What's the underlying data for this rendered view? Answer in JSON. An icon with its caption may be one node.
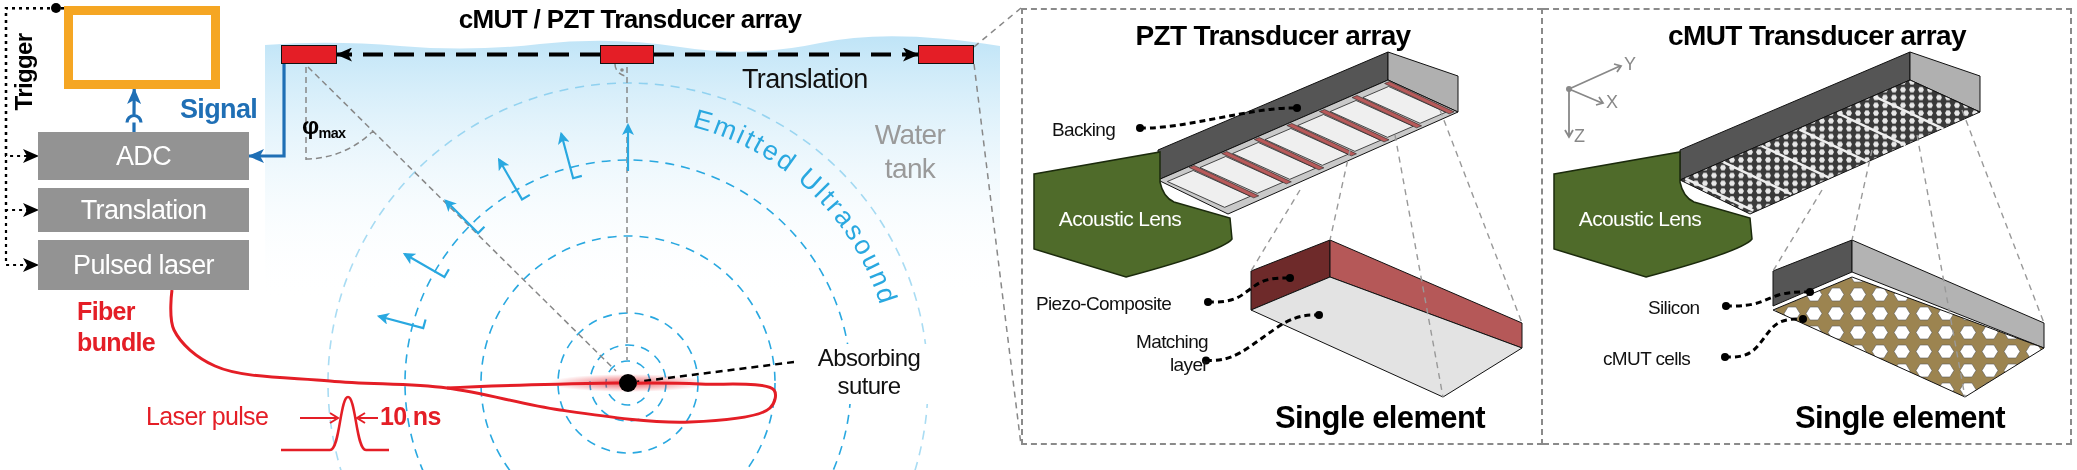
{
  "diagram": {
    "nodes": [
      {
        "text": [],
        "shape": "box"
      },
      {
        "text": [
          "ADC"
        ]
      },
      {
        "text": [
          "Translation"
        ]
      },
      {
        "text": [
          "Pulsed laser"
        ]
      },
      {
        "text": [],
        "shape": "bar"
      },
      {
        "text": [],
        "shape": "bar"
      },
      {
        "text": [],
        "shape": "bar"
      },
      {
        "text": [],
        "shape": "circle"
      },
      {
        "text": [
          "Absorbing suture"
        ]
      },
      {
        "text": [
          "PZT Transducer array",
          "Single element"
        ]
      },
      {
        "text": [
          "Backing"
        ],
        "in": 9
      },
      {
        "text": [
          "Acoustic Lens"
        ],
        "in": 9
      },
      {
        "text": [
          "Piezo-Composite"
        ],
        "in": 9
      },
      {
        "text": [
          "Matching layer"
        ],
        "in": 9
      },
      {
        "text": [
          "cMUT Transducer array",
          "Single element"
        ]
      },
      {
        "text": [
          "Acoustic Lens"
        ],
        "in": 14
      },
      {
        "text": [
          "Silicon"
        ],
        "in": 14
      },
      {
        "text": [
          "cMUT cells"
        ],
        "in": 14
      }
    ],
    "edges": [
      {
        "from": 0,
        "to": 1,
        "arrow": "to",
        "style": "dashed"
      },
      {
        "from": 0,
        "to": 2,
        "arrow": "to",
        "style": "dashed"
      },
      {
        "from": 0,
        "to": 3,
        "arrow": "to",
        "style": "dashed"
      },
      {
        "from": 1,
        "to": 0,
        "arrow": "to",
        "label": "Signal",
        "color": "#1f6fb5"
      },
      {
        "from": 4,
        "to": 1,
        "arrow": "to",
        "color": "#1f6fb5"
      },
      {
        "from": 5,
        "to": 4,
        "arrow": "to",
        "style": "dashed"
      },
      {
        "from": 5,
        "to": 6,
        "arrow": "to",
        "style": "dashed",
        "label": "Translation"
      },
      {
        "from": 8,
        "to": 7,
        "arrow": "none",
        "style": "dashed"
      },
      {
        "from": 3,
        "to": 7,
        "arrow": "none",
        "color": "#e41e26"
      },
      {
        "from": 10,
        "to": null,
        "arrow": "other",
        "style": "dashed"
      },
      {
        "from": 12,
        "to": null,
        "arrow": "other",
        "style": "dashed"
      },
      {
        "from": 13,
        "to": null,
        "arrow": "other",
        "style": "dashed"
      },
      {
        "from": 16,
        "to": null,
        "arrow": "other",
        "style": "dashed"
      },
      {
        "from": 17,
        "to": null,
        "arrow": "other",
        "style": "dashed"
      },
      {
        "from": 6,
        "to": 9,
        "arrow": "none",
        "style": "dashed",
        "color": "#888888"
      },
      {
        "from": 6,
        "to": 9,
        "arrow": "none",
        "style": "dashed",
        "color": "#888888"
      }
    ],
    "labels": [
      "Trigger",
      "cMUT / PZT Transducer array",
      "φ$_{max}$",
      "Water tank",
      "Emitted Ultrasound",
      "Fiber bundle",
      "Laser pulse",
      "10 ns",
      "Y",
      "X",
      "Z"
    ]
  }
}
